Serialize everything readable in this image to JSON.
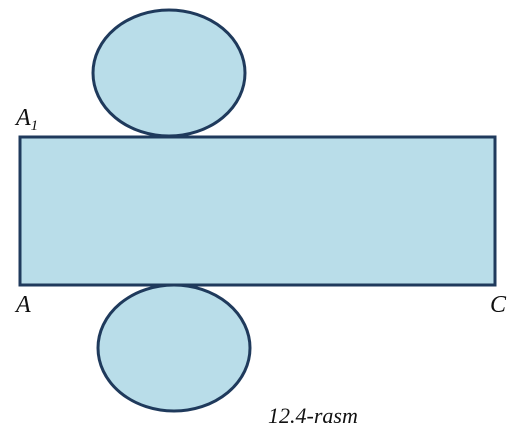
{
  "diagram": {
    "fill_color": "#b9dde9",
    "stroke_color": "#1f3a5c",
    "labels": {
      "a1_base": "A",
      "a1_subscript": "1",
      "a": "A",
      "c": "C"
    },
    "caption": "12.4-rasm"
  }
}
